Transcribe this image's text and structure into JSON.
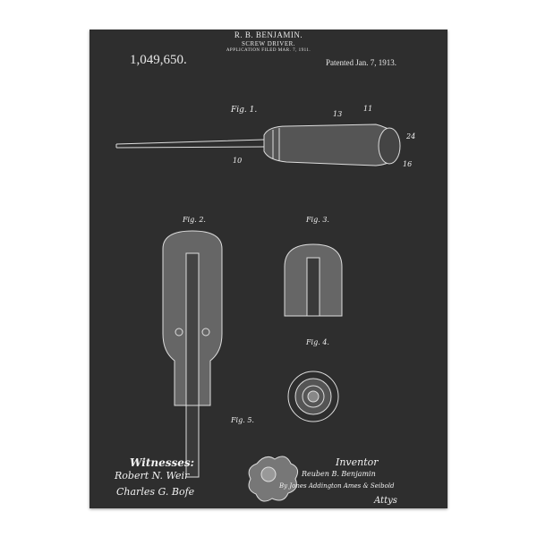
{
  "header": {
    "inventor_name": "R. B. BENJAMIN.",
    "title": "SCREW DRIVER.",
    "application": "APPLICATION FILED MAR. 7, 1911.",
    "patent_number": "1,049,650.",
    "patent_date": "Patented Jan. 7, 1913."
  },
  "figures": {
    "fig1": "Fig. 1.",
    "fig2": "Fig. 2.",
    "fig3": "Fig. 3.",
    "fig4": "Fig. 4.",
    "fig5": "Fig. 5."
  },
  "fig1_labels": [
    "10",
    "13",
    "11",
    "24",
    "16"
  ],
  "footer": {
    "witnesses_label": "Witnesses:",
    "witness1": "Robert N. Weir",
    "witness2": "Charles G. Bofe",
    "inventor_label": "Inventor",
    "inventor_signature": "Reuben B. Benjamin",
    "attorney": "By Jones Addington Ames & Seibold",
    "attys": "Attys"
  },
  "colors": {
    "background": "#2e2e2e",
    "lines": "#e8e8e8"
  }
}
